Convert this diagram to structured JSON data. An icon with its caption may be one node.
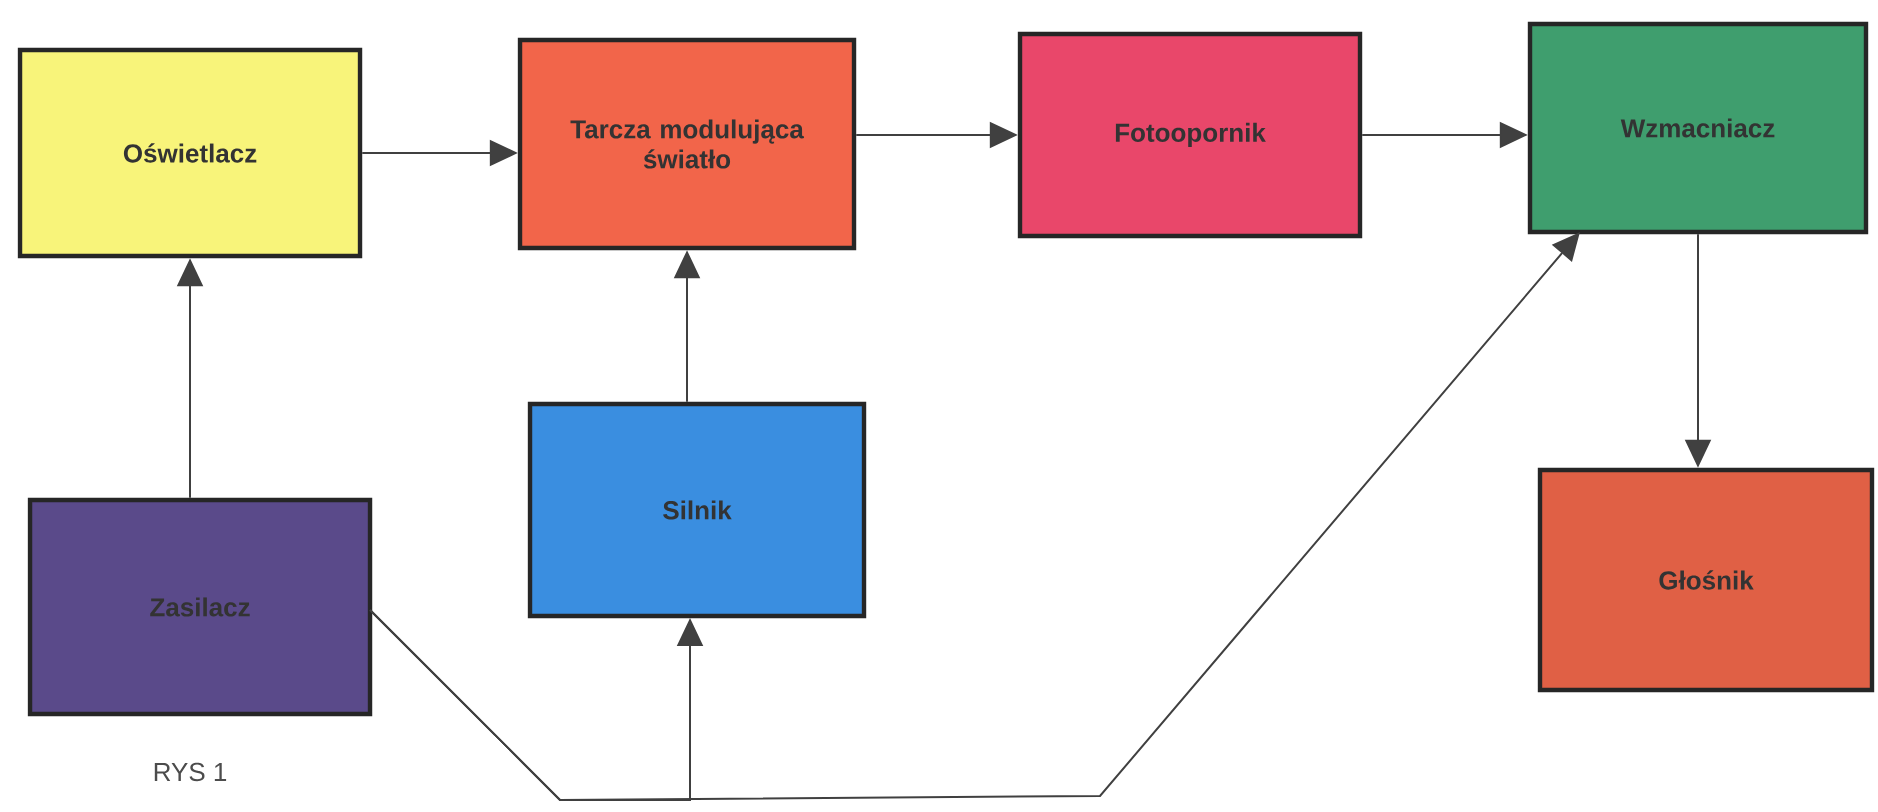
{
  "diagram": {
    "nodes": [
      {
        "text": [
          "Oświetlacz"
        ]
      },
      {
        "text": [
          "Tarcza modulująca światło"
        ]
      },
      {
        "text": [
          "Fotoopornik"
        ]
      },
      {
        "text": [
          "Wzmacniacz"
        ]
      },
      {
        "text": [
          "Silnik"
        ]
      },
      {
        "text": [
          "Zasilacz"
        ]
      },
      {
        "text": [
          "Głośnik"
        ]
      }
    ],
    "edges": [
      {
        "from": 0,
        "to": 1,
        "arrow": "to"
      },
      {
        "from": 1,
        "to": 2,
        "arrow": "to"
      },
      {
        "from": 2,
        "to": 3,
        "arrow": "to"
      },
      {
        "from": 3,
        "to": 6,
        "arrow": "to"
      },
      {
        "from": 5,
        "to": 0,
        "arrow": "to"
      },
      {
        "from": 4,
        "to": 1,
        "arrow": "to"
      },
      {
        "from": 5,
        "to": 4,
        "arrow": "to"
      },
      {
        "from": 5,
        "to": 3,
        "arrow": "to"
      }
    ],
    "labels": [
      "RYS 1"
    ]
  }
}
